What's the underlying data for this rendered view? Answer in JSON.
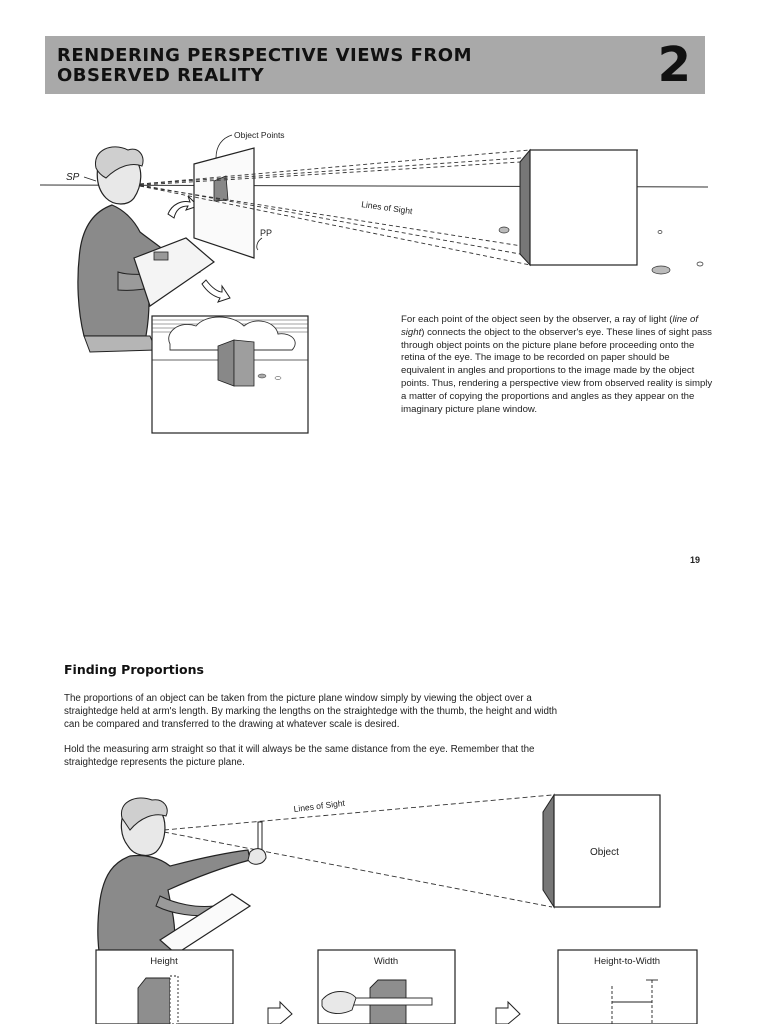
{
  "header": {
    "title_line1": "RENDERING PERSPECTIVE VIEWS FROM",
    "title_line2": "OBSERVED REALITY",
    "chapter_number": "2"
  },
  "figure1": {
    "labels": {
      "object_points": "Object Points",
      "sp": "SP",
      "lines_of_sight": "Lines of Sight",
      "pp": "PP"
    }
  },
  "caption": {
    "text_before": "For each point of the object seen by the observer, a ray of light (",
    "emphasis": "line of sight",
    "text_after": ") connects the object to the observer's eye. These lines of sight pass through object points on the picture plane before proceeding onto the retina of the eye. The image to be recorded on paper should be equivalent in angles and proportions to the image made by the object points. Thus, rendering a perspective view from observed reality is simply a matter of copying the proportions and angles as they appear on the imaginary picture plane window."
  },
  "page_number": "19",
  "section": {
    "heading": "Finding Proportions",
    "paragraph1": "The proportions of an object can be taken from the picture plane window simply by viewing the object over a straightedge held at arm's length. By marking the lengths on the straightedge with the thumb, the height and width can be compared and transferred to the drawing at whatever scale is desired.",
    "paragraph2": "Hold the measuring arm straight so that it will always be the same distance from the eye. Remember that the straightedge represents the picture plane."
  },
  "figure2": {
    "labels": {
      "lines_of_sight": "Lines of Sight",
      "object": "Object"
    },
    "panels": [
      "Height",
      "Width",
      "Height-to-Width"
    ]
  }
}
